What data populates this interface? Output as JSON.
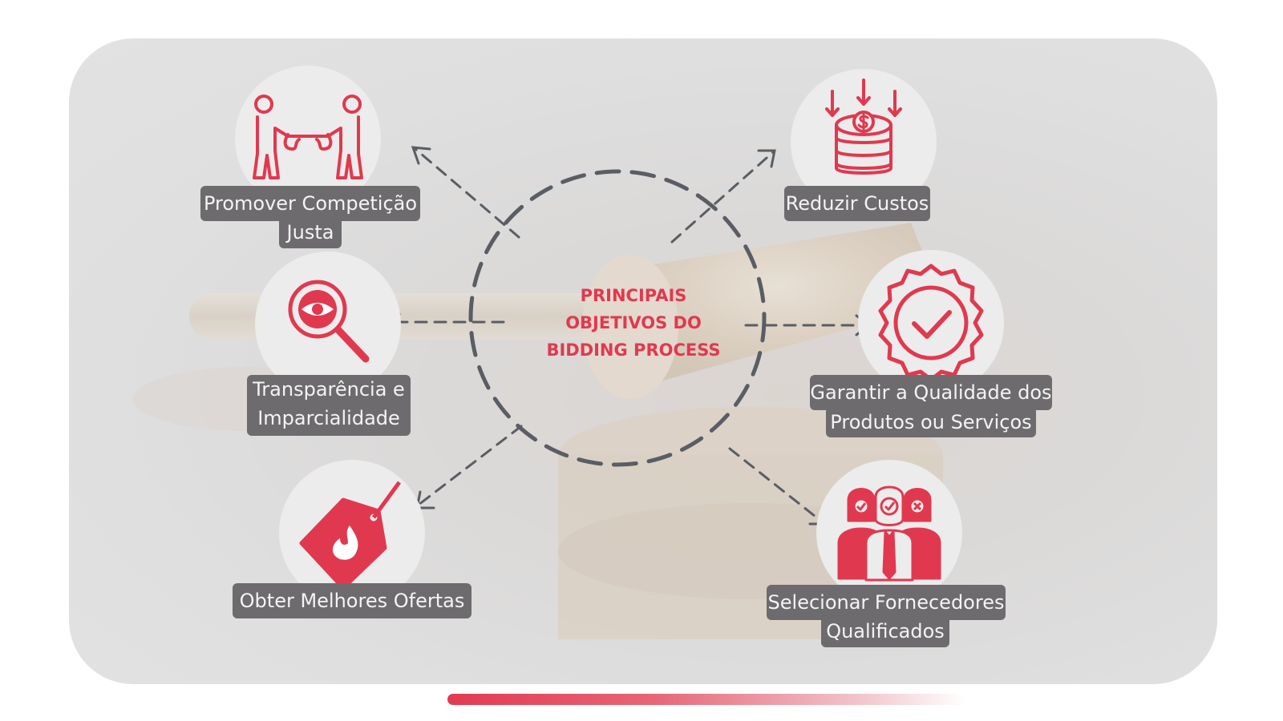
{
  "center": {
    "lines": [
      "PRINCIPAIS",
      "OBJETIVOS DO",
      "BIDDING PROCESS"
    ]
  },
  "objectives": [
    {
      "icon": "tug-of-war-icon",
      "lines": [
        "Promover Competição",
        "Justa"
      ]
    },
    {
      "icon": "magnifier-eye-icon",
      "lines": [
        "Transparência e",
        "Imparcialidade"
      ]
    },
    {
      "icon": "price-tag-fire-icon",
      "lines": [
        "Obter Melhores Ofertas"
      ]
    },
    {
      "icon": "coins-reduce-icon",
      "lines": [
        "Reduzir Custos"
      ]
    },
    {
      "icon": "quality-badge-check-icon",
      "lines": [
        "Garantir a Qualidade dos",
        "Produtos ou Serviços"
      ]
    },
    {
      "icon": "candidates-select-icon",
      "lines": [
        "Selecionar Fornecedores",
        "Qualificados"
      ]
    }
  ],
  "colors": {
    "accent": "#e0394f",
    "label_bg": "#6d6b6d",
    "arrow": "#5a5d63"
  }
}
